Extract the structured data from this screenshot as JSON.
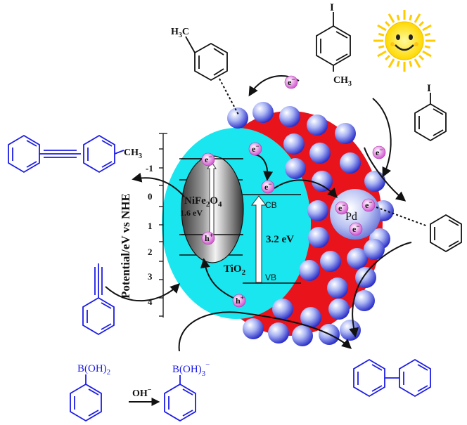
{
  "colors": {
    "red_shell": "#e8131b",
    "cyan_tio2": "#19e6ef",
    "blue_molecule": "#1c1ce6",
    "black": "#111111",
    "electron_pink": "#e060d8",
    "pd_sphere": "#b9c2f2",
    "sun_yellow": "#fff000"
  },
  "axis": {
    "title": "Potential/eV vs NHE",
    "ticks": [
      "-1",
      "0",
      "1",
      "2",
      "3",
      "4"
    ]
  },
  "nife2o4": {
    "formula_main": "NiFe",
    "formula_sub1": "2",
    "formula_o": "O",
    "formula_sub2": "4",
    "gap": "1.6 eV"
  },
  "tio2": {
    "name_main": "TiO",
    "name_sub": "2",
    "gap": "3.2 eV",
    "cb": "CB",
    "vb": "VB"
  },
  "pd": {
    "label": "Pd"
  },
  "charges": {
    "electron": "e",
    "electron_sign": "−",
    "hole": "h",
    "hole_sign": "+"
  },
  "reagents": {
    "methyl_label": "H3C",
    "methyl_main": "H",
    "methyl_sub": "3",
    "methyl_c": "C",
    "ch3_right": "CH",
    "ch3_sub": "3",
    "iodo": "I",
    "boronic": "B(OH)",
    "boronic_sub": "2",
    "boronate": "B(OH)",
    "boronate_sub": "3",
    "boronate_sup": "−",
    "hydroxide": "OH",
    "hydroxide_sup": "−"
  }
}
